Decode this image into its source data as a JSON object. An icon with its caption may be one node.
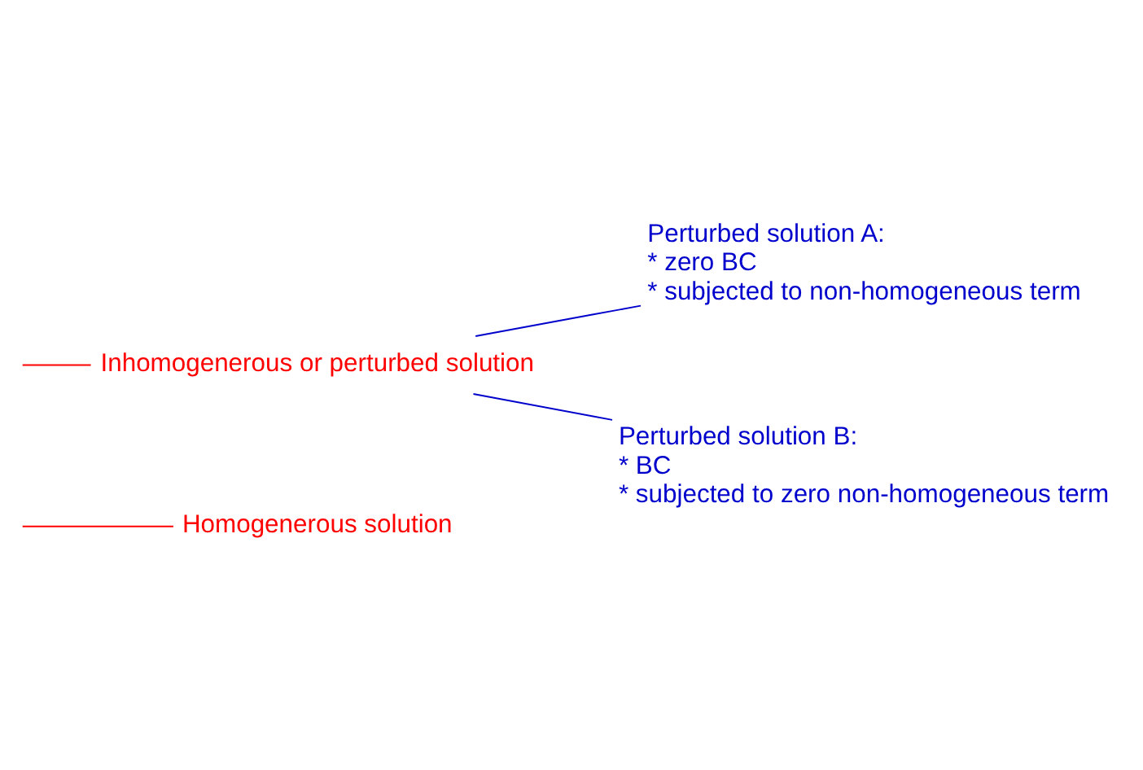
{
  "diagram": {
    "nodes": [
      {
        "text": [
          "Homogenerous solution"
        ]
      },
      {
        "text": [
          "Inhomogenerous or perturbed solution"
        ]
      },
      {
        "text": [
          "Perturbed solution A:",
          "* zero BC",
          "* subjected to non-homogeneous term"
        ]
      },
      {
        "text": [
          "Perturbed solution B:",
          "* BC",
          "* subjected to zero non-homogeneous term"
        ]
      }
    ],
    "edges": [
      {
        "from": null,
        "to": 0,
        "arrow": "none",
        "color": "#ff0000"
      },
      {
        "from": null,
        "to": 1,
        "arrow": "none",
        "color": "#ff0000"
      },
      {
        "from": 1,
        "to": 2,
        "arrow": "none",
        "color": "#0000cc"
      },
      {
        "from": 1,
        "to": 3,
        "arrow": "none",
        "color": "#0000cc"
      }
    ]
  }
}
